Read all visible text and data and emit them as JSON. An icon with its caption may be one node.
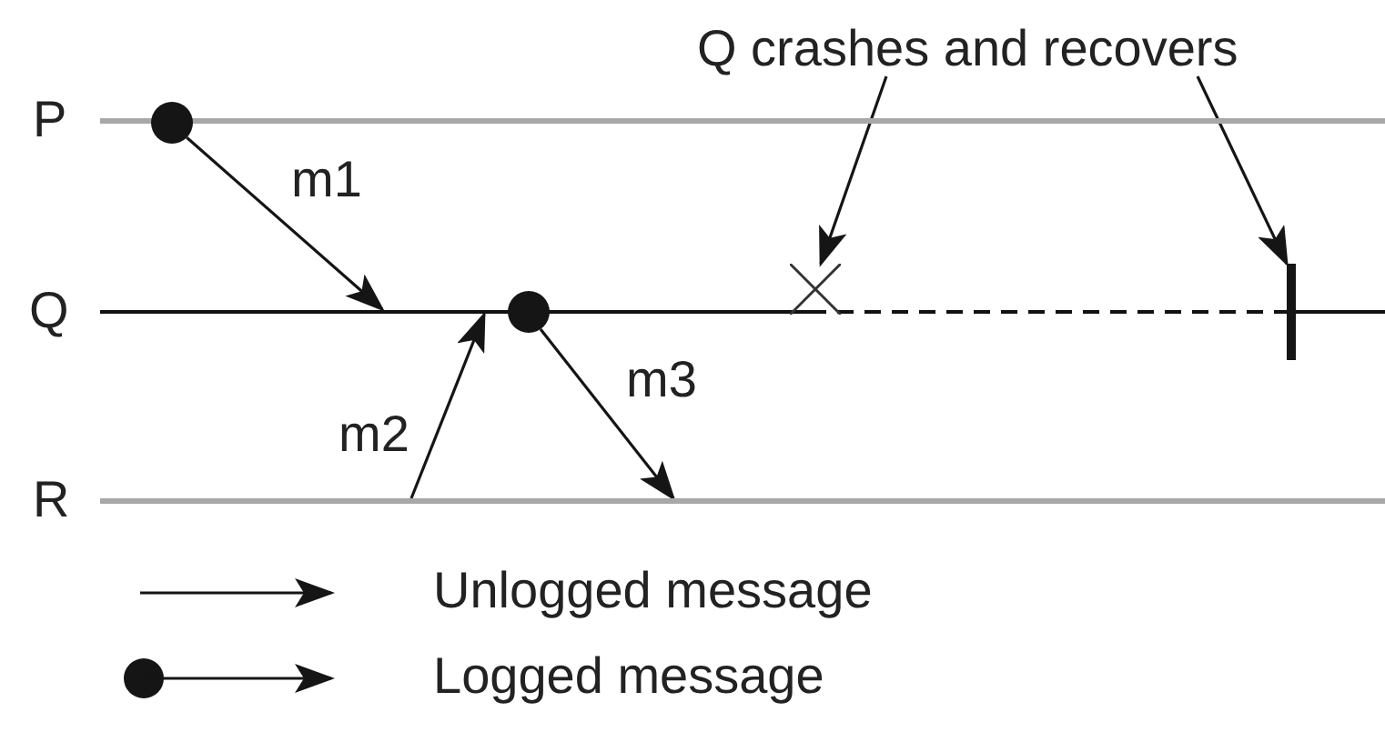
{
  "diagram": {
    "nodes": [
      {
        "text": [],
        "shape": "line",
        "beside": [
          "P"
        ]
      },
      {
        "text": [],
        "shape": "line",
        "beside": [
          "Q"
        ]
      },
      {
        "text": [],
        "shape": "line",
        "beside": [
          "R"
        ]
      },
      {
        "text": [],
        "shape": "circle"
      },
      {
        "text": [],
        "shape": "circle"
      },
      {
        "text": [],
        "shape": "cross"
      },
      {
        "text": [],
        "shape": "bar"
      },
      {
        "text": [
          "Q crashes and recovers"
        ]
      }
    ],
    "edges": [
      {
        "from": 3,
        "to": 1,
        "arrow": "to",
        "label": "m1"
      },
      {
        "from": 2,
        "to": 1,
        "arrow": "to",
        "label": "m2"
      },
      {
        "from": 4,
        "to": 2,
        "arrow": "to",
        "label": "m3"
      },
      {
        "from": 7,
        "to": 5,
        "arrow": "to"
      },
      {
        "from": 7,
        "to": 6,
        "arrow": "to"
      }
    ],
    "legend": [
      {
        "text": "Unlogged message"
      },
      {
        "text": "Logged message"
      }
    ]
  }
}
